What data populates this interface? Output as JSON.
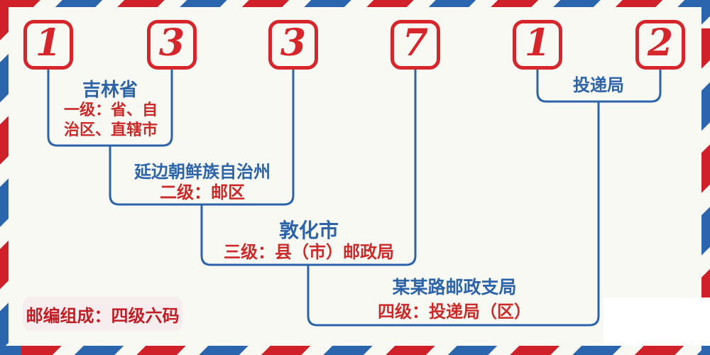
{
  "postal_code": {
    "digits": [
      "1",
      "3",
      "3",
      "7",
      "1",
      "2"
    ]
  },
  "levels": [
    {
      "place": "吉林省",
      "desc_lines": [
        "一级：省、自",
        "治区、直辖市"
      ]
    },
    {
      "place": "延边朝鲜族自治州",
      "desc_lines": [
        "二级：邮区"
      ]
    },
    {
      "place": "敦化市",
      "desc_lines": [
        "三级：县（市）邮政局"
      ]
    },
    {
      "place": "某某路邮政支局",
      "desc_lines": [
        "四级：投递局（区）"
      ]
    }
  ],
  "delivery_label": "投递局",
  "badge_text": "邮编组成：四级六码",
  "colors": {
    "stripe_red": "#d0212a",
    "stripe_blue": "#2a65ae",
    "digit_red": "#d6252b",
    "line_blue": "#2d64a9",
    "label_red": "#cc2a2a",
    "badge_bg": "#f7edee",
    "badge_text_red": "#c21d24",
    "background": "#f8f9f2"
  }
}
